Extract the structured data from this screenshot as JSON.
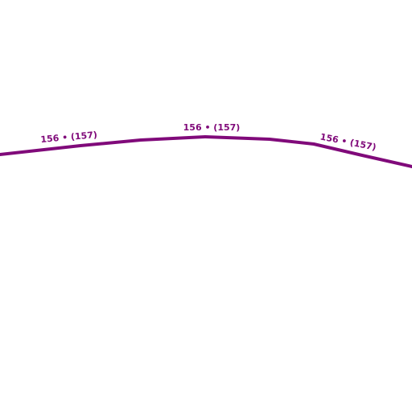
{
  "map": {
    "route": {
      "color": "#800a7a",
      "labels": [
        {
          "text": "156 •  (157)"
        },
        {
          "text": "156 •  (157)"
        },
        {
          "text": "156 •  (157)"
        }
      ]
    }
  }
}
